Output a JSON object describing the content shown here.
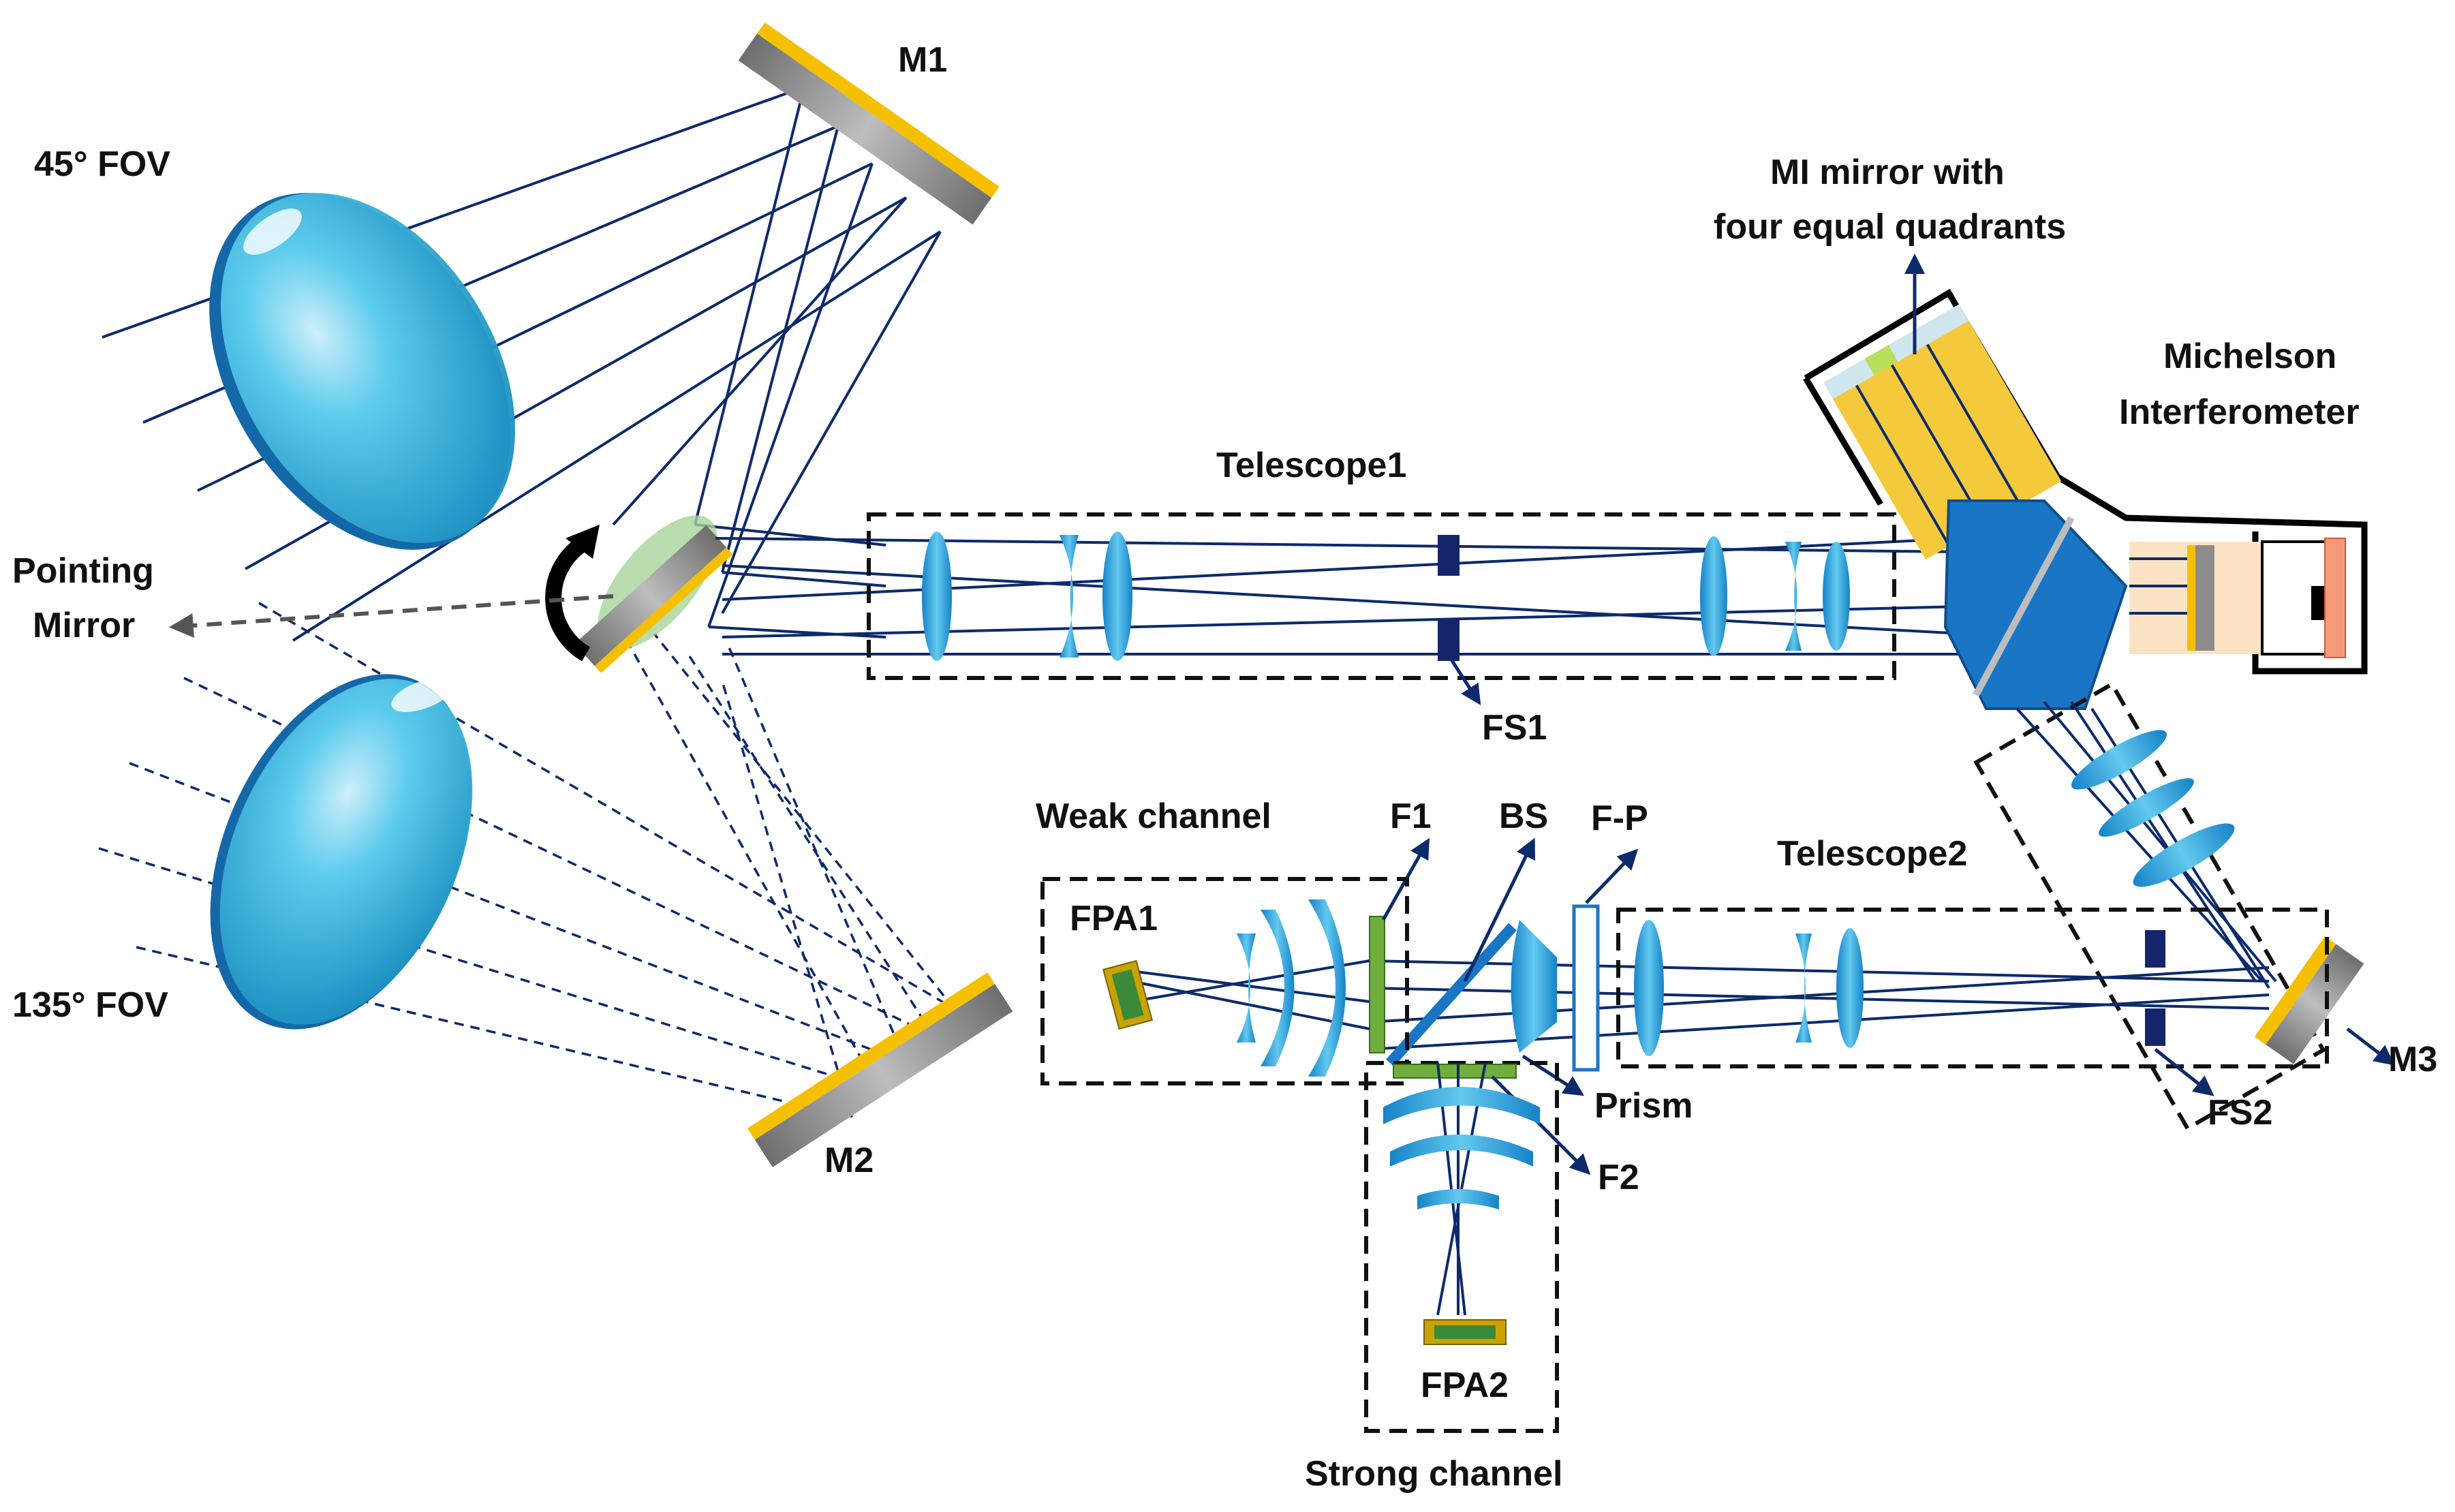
{
  "labels": {
    "fov45": "45° FOV",
    "fov135": "135° FOV",
    "m1": "M1",
    "m2": "M2",
    "m3": "M3",
    "pointing1": "Pointing",
    "pointing2": "Mirror",
    "telescope1": "Telescope1",
    "telescope2": "Telescope2",
    "fs1": "FS1",
    "fs2": "FS2",
    "mi_mirror1": "MI mirror with",
    "mi_mirror2": "four equal quadrants",
    "michelson1": "Michelson",
    "michelson2": "Interferometer",
    "weak": "Weak channel",
    "strong": "Strong channel",
    "f1": "F1",
    "bs": "BS",
    "fp": "F-P",
    "f2": "F2",
    "prism": "Prism",
    "fpa1": "FPA1",
    "fpa2": "FPA2"
  },
  "colors": {
    "ray": "#0d2a6b",
    "lens": "#3cb4dc",
    "mirror_gold": "#f5c000",
    "mirror_gray": "#8c8c8c",
    "filter_green": "#6fae3c",
    "cube_blue": "#1a76c4"
  }
}
